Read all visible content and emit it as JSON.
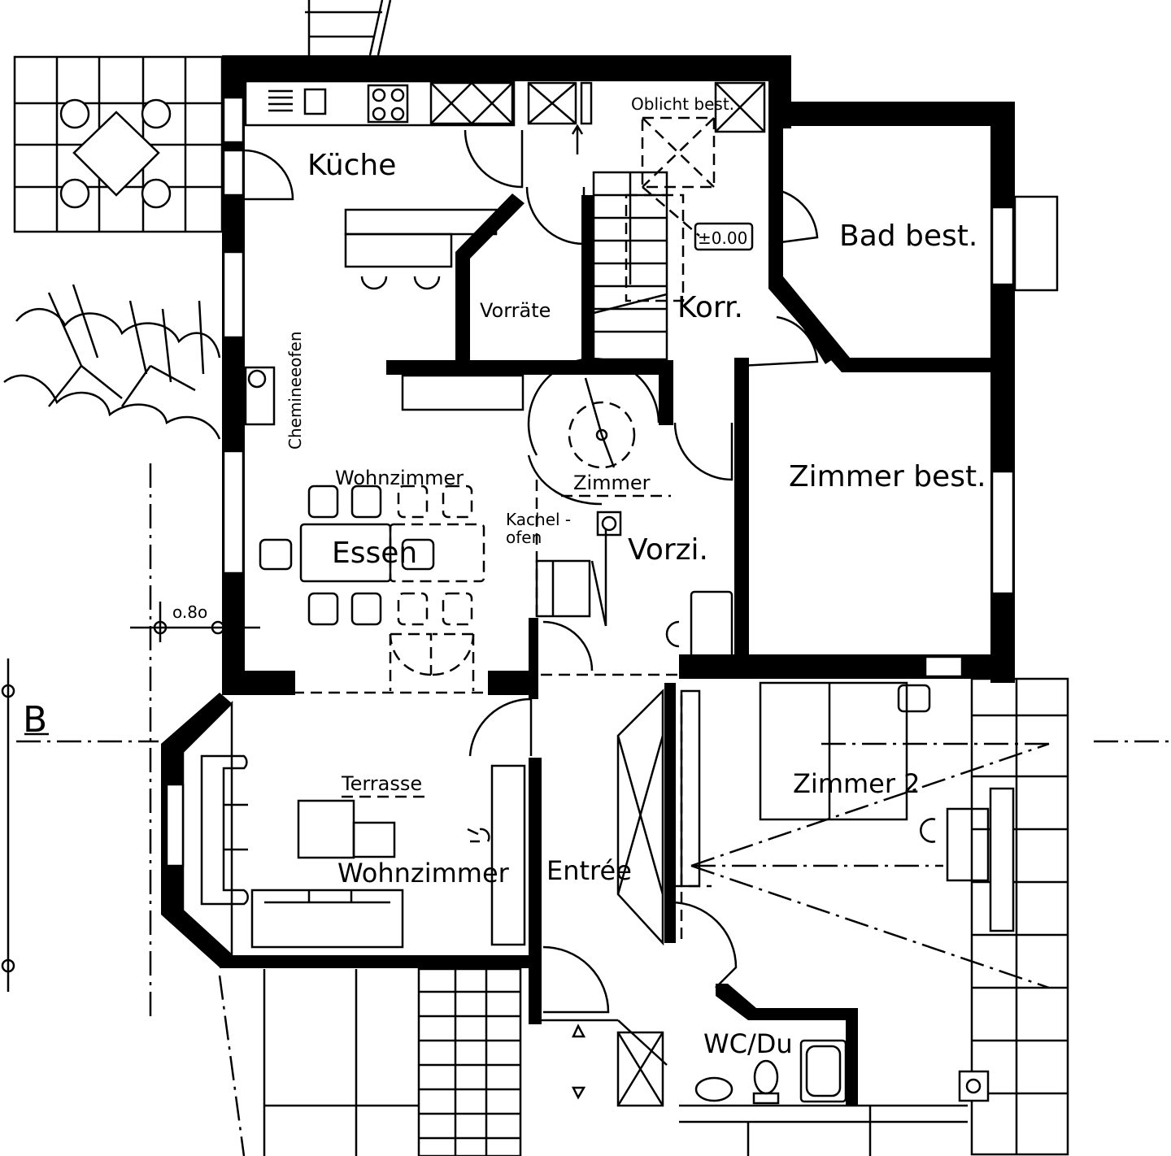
{
  "labels": {
    "kueche": "Küche",
    "vorraete": "Vorräte",
    "korr": "Korr.",
    "bad": "Bad best.",
    "oblicht": "Oblicht best.",
    "level": "±0.00",
    "chemineeofen": "Chemineeofen",
    "wohnzimmer_upper": "Wohnzimmer",
    "zimmer_small": "Zimmer",
    "kachelofen_1": "Kachel -",
    "kachelofen_2": "ofen",
    "essen": "Essen",
    "vorzi": "Vorzi.",
    "zimmer_best": "Zimmer best.",
    "dim": "o.8o",
    "section": "B",
    "terrasse": "Terrasse",
    "wohnzimmer": "Wohnzimmer",
    "entree": "Entrée",
    "zimmer2": "Zimmer 2",
    "wc": "WC/Du"
  }
}
